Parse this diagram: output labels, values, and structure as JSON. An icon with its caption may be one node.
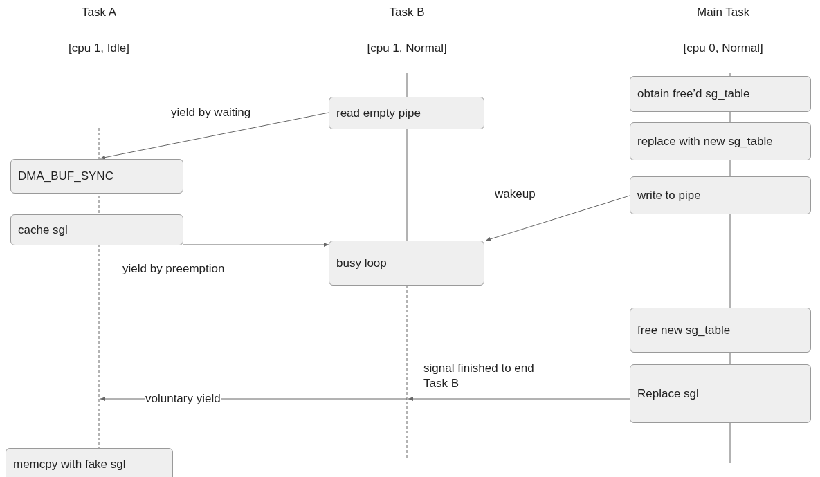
{
  "diagram": {
    "nodes": [
      {
        "text": [],
        "shape": "line"
      },
      {
        "text": [],
        "shape": "line"
      },
      {
        "text": [],
        "shape": "line"
      },
      {
        "text": [
          "read empty pipe"
        ]
      },
      {
        "text": [
          "DMA_BUF_SYNC"
        ]
      },
      {
        "text": [
          "obtain free’d sg_table"
        ]
      },
      {
        "text": [
          "replace with new sg_table"
        ]
      },
      {
        "text": [
          "write to pipe"
        ]
      },
      {
        "text": [
          "cache sgl"
        ]
      },
      {
        "text": [
          "busy loop"
        ]
      },
      {
        "text": [
          "free new sg_table"
        ]
      },
      {
        "text": [
          "Replace sgl"
        ]
      },
      {
        "text": [
          "memcpy with fake sgl"
        ]
      }
    ],
    "edges": [
      {
        "from": 3,
        "to": 4,
        "arrow": "to",
        "label": "yield by waiting"
      },
      {
        "from": 7,
        "to": 9,
        "arrow": "to",
        "label": "wakeup"
      },
      {
        "from": 8,
        "to": 9,
        "arrow": "to",
        "label": "yield by preemption"
      },
      {
        "from": 11,
        "to": 1,
        "arrow": "to",
        "label": "signal finished to end Task B"
      },
      {
        "from": 1,
        "to": 0,
        "arrow": "to",
        "label": "voluntary yield"
      }
    ],
    "labels": [
      "Task A",
      "Task B",
      "Main Task",
      "[cpu 1, Idle]",
      "[cpu 1, Normal]",
      "[cpu 0, Normal]"
    ]
  }
}
